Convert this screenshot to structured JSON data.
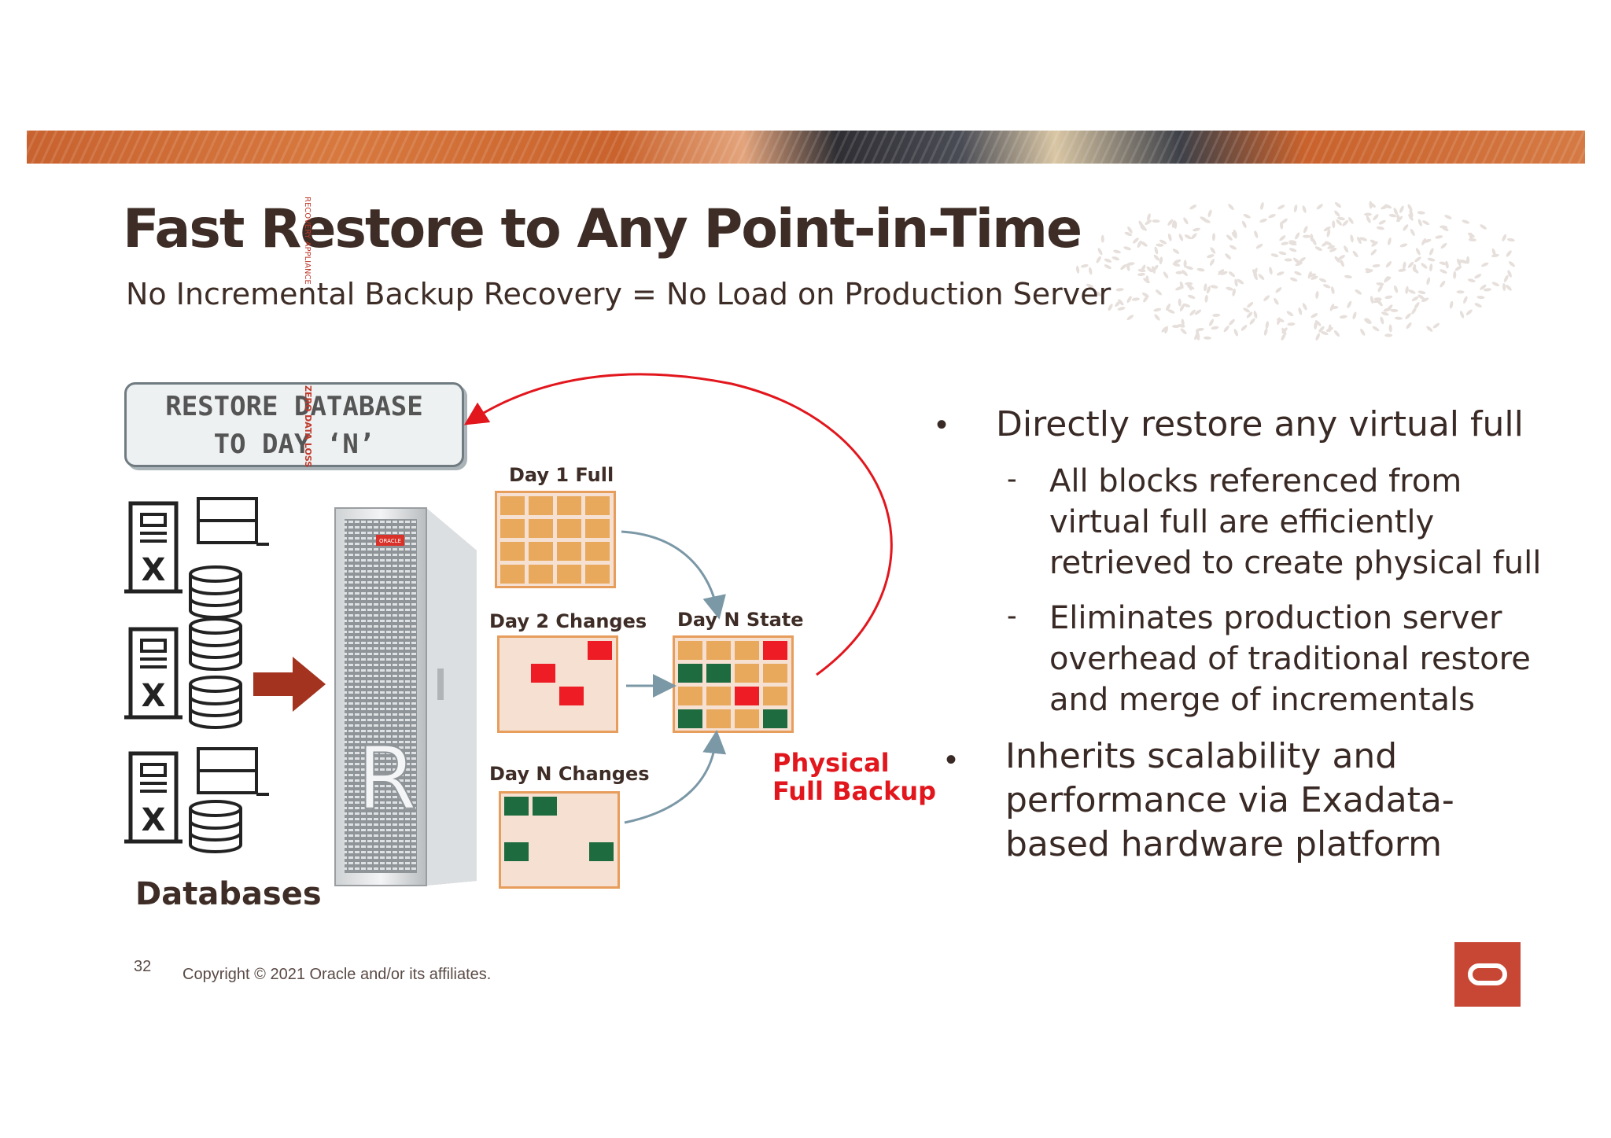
{
  "title": "Fast Restore to Any Point-in-Time",
  "subtitle": "No Incremental Backup Recovery = No Load on Production Server",
  "restore_box": {
    "line1": "RESTORE DATABASE",
    "line2": "TO DAY ‘N’"
  },
  "databases_label": "Databases",
  "appliance": {
    "vendor_label": "ORACLE",
    "side_label_top": "ZERO DATA LOSS",
    "side_label_bottom": "RECOVERY APPLIANCE",
    "letter": "R"
  },
  "grids": {
    "day1": {
      "label": "Day 1 Full"
    },
    "day2": {
      "label": "Day 2 Changes"
    },
    "dayn_changes": {
      "label": "Day N Changes"
    },
    "dayn_state": {
      "label": "Day N State"
    }
  },
  "physical_backup": {
    "line1": "Physical",
    "line2": "Full Backup"
  },
  "bullets": [
    {
      "text": "Directly restore any virtual full",
      "subs": [
        {
          "dash": "-",
          "lines": [
            "All blocks referenced from",
            "virtual full are efficiently",
            "retrieved to create physical full"
          ]
        },
        {
          "dash": "-",
          "lines": [
            "Eliminates production server",
            "overhead of traditional restore",
            "and merge of incrementals"
          ]
        }
      ]
    },
    {
      "text": "Inherits scalability and performance via Exadata-based hardware platform",
      "lines": [
        "Inherits scalability and",
        "performance via Exadata-",
        "based hardware platform"
      ]
    }
  ],
  "bullet_glyph": "•",
  "server_glyph": "X",
  "footer": {
    "page_number": "32",
    "copyright": "Copyright © 2021 Oracle and/or its affiliates."
  },
  "colors": {
    "title": "#3e2d26",
    "accent_red": "#e2161d",
    "orange_cell": "#e8a95d",
    "change_red": "#ee1c24",
    "change_green": "#1d6b3f",
    "grid_bg": "#f5e0d2",
    "oracle_red": "#c74634",
    "arrow_dark_red": "#a3321f"
  }
}
